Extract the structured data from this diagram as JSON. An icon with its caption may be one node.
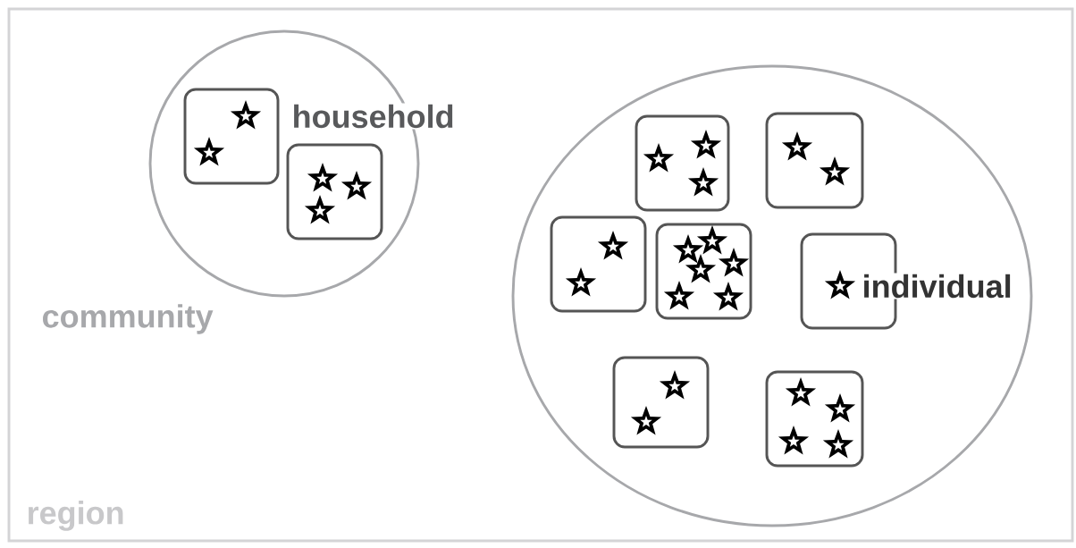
{
  "diagram": {
    "nodes": [
      {
        "text": [
          "region"
        ]
      },
      {
        "text": [
          "community"
        ],
        "in": 0
      },
      {
        "text": [
          "household"
        ],
        "in": 1
      },
      {
        "text": [],
        "shape": "box",
        "in": 1
      },
      {
        "text": [],
        "shape": "circle",
        "in": 0
      },
      {
        "text": [],
        "shape": "box",
        "in": 4
      },
      {
        "text": [],
        "shape": "box",
        "in": 4
      },
      {
        "text": [],
        "shape": "box",
        "in": 4
      },
      {
        "text": [],
        "shape": "box",
        "in": 4
      },
      {
        "text": [
          "individual"
        ],
        "in": 4
      },
      {
        "text": [],
        "shape": "box",
        "in": 4
      },
      {
        "text": [],
        "shape": "box",
        "in": 4
      }
    ]
  }
}
